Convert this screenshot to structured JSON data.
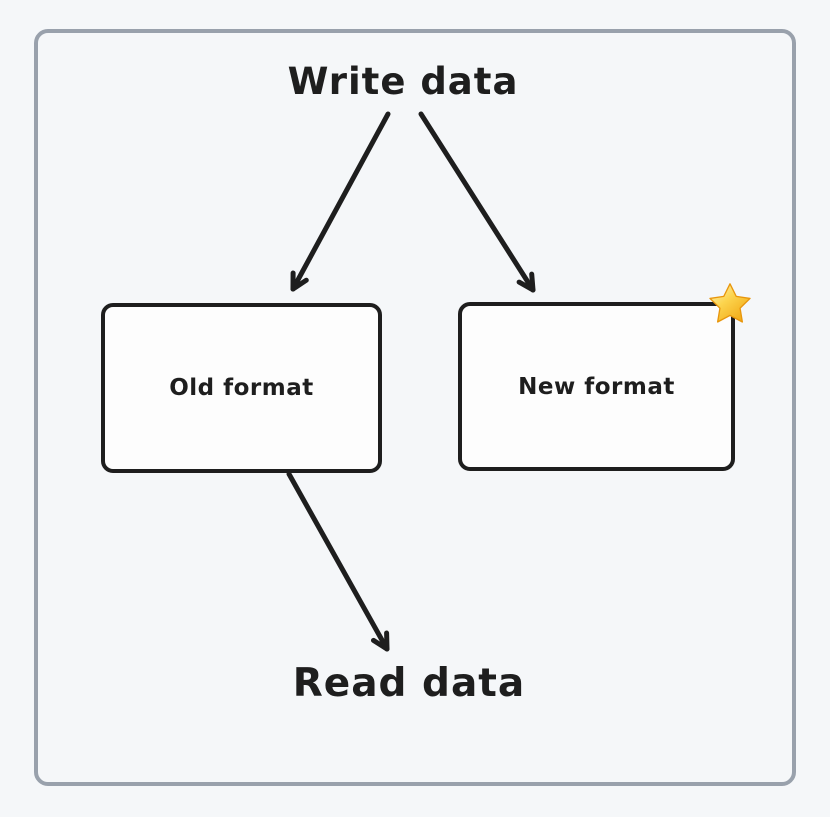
{
  "diagram": {
    "write_label": "Write data",
    "read_label": "Read data",
    "nodes": [
      {
        "id": "old-format",
        "label": "Old format",
        "starred": false
      },
      {
        "id": "new-format",
        "label": "New format",
        "starred": true
      }
    ],
    "edges": [
      {
        "from": "write-data",
        "to": "old-format"
      },
      {
        "from": "write-data",
        "to": "new-format"
      },
      {
        "from": "old-format",
        "to": "read-data"
      }
    ],
    "icons": {
      "star": "⭐"
    }
  },
  "colors": {
    "background": "#f5f7f9",
    "frame_border": "#99a1ac",
    "ink": "#1e1e1e",
    "box_fill": "#fdfdfd",
    "star_light": "#fff3b0",
    "star_gold": "#f6b51e",
    "star_edge": "#e8960c"
  }
}
